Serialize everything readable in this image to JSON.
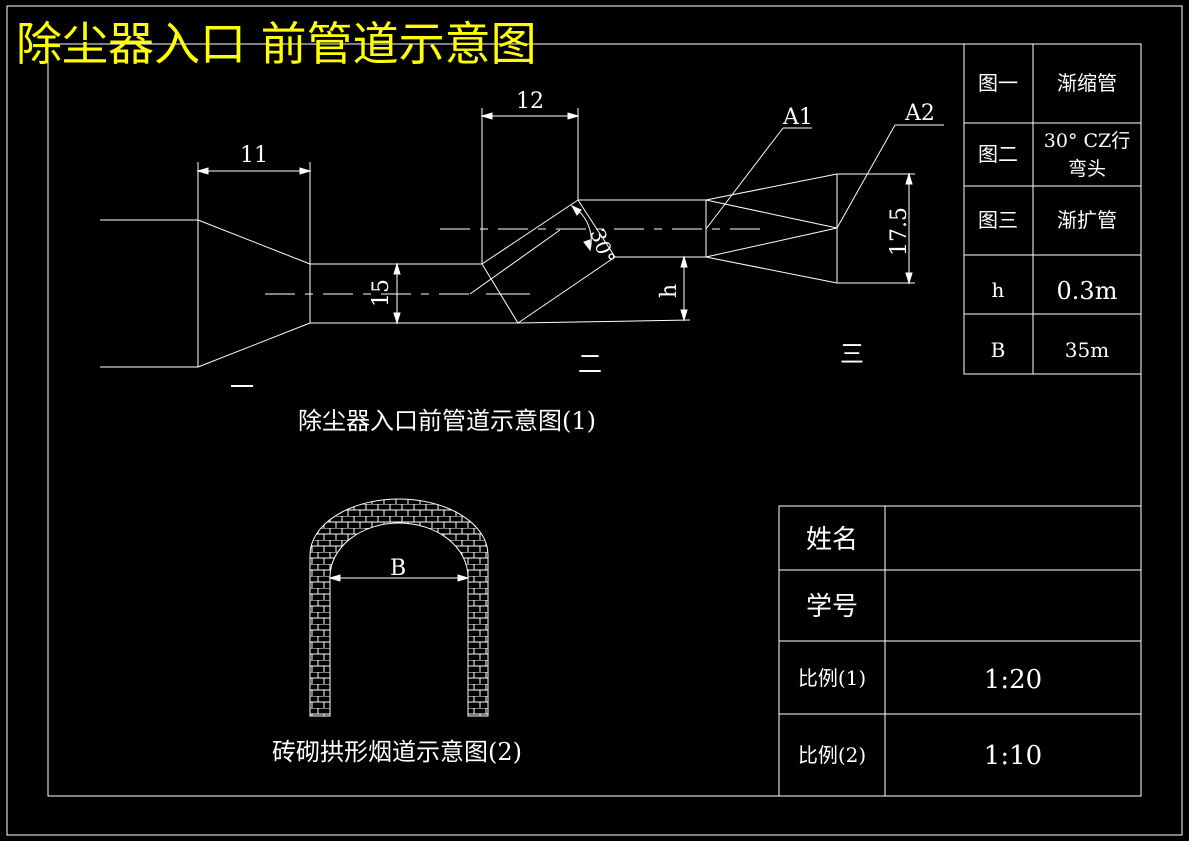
{
  "colors": {
    "background": "#000000",
    "line": "#ffffff",
    "title": "#ffff00"
  },
  "header": {
    "title": "除尘器入口 前管道示意图"
  },
  "diagram1": {
    "caption": "除尘器入口前管道示意图(1)",
    "dim_11": "11",
    "dim_12": "12",
    "dim_15": "15",
    "dim_17_5": "17.5",
    "angle": "30°",
    "dim_h": "h",
    "label_a1": "A1",
    "label_a2": "A2",
    "section_1": "一",
    "section_2": "二",
    "section_3": "三"
  },
  "diagram2": {
    "caption": "砖砌拱形烟道示意图(2)",
    "dim_b": "B"
  },
  "legend_table": {
    "rows": [
      {
        "key": "图一",
        "value": "渐缩管"
      },
      {
        "key": "图二",
        "value_line1": "30° CZ行",
        "value_line2": "弯头"
      },
      {
        "key": "图三",
        "value": "渐扩管"
      },
      {
        "key": "h",
        "value": "0.3m"
      },
      {
        "key": "B",
        "value": "35m"
      }
    ]
  },
  "info_table": {
    "rows": [
      {
        "key": "姓名",
        "value": ""
      },
      {
        "key": "学号",
        "value": ""
      },
      {
        "key": "比例(1)",
        "value": "1:20"
      },
      {
        "key": "比例(2)",
        "value": "1:10"
      }
    ]
  }
}
